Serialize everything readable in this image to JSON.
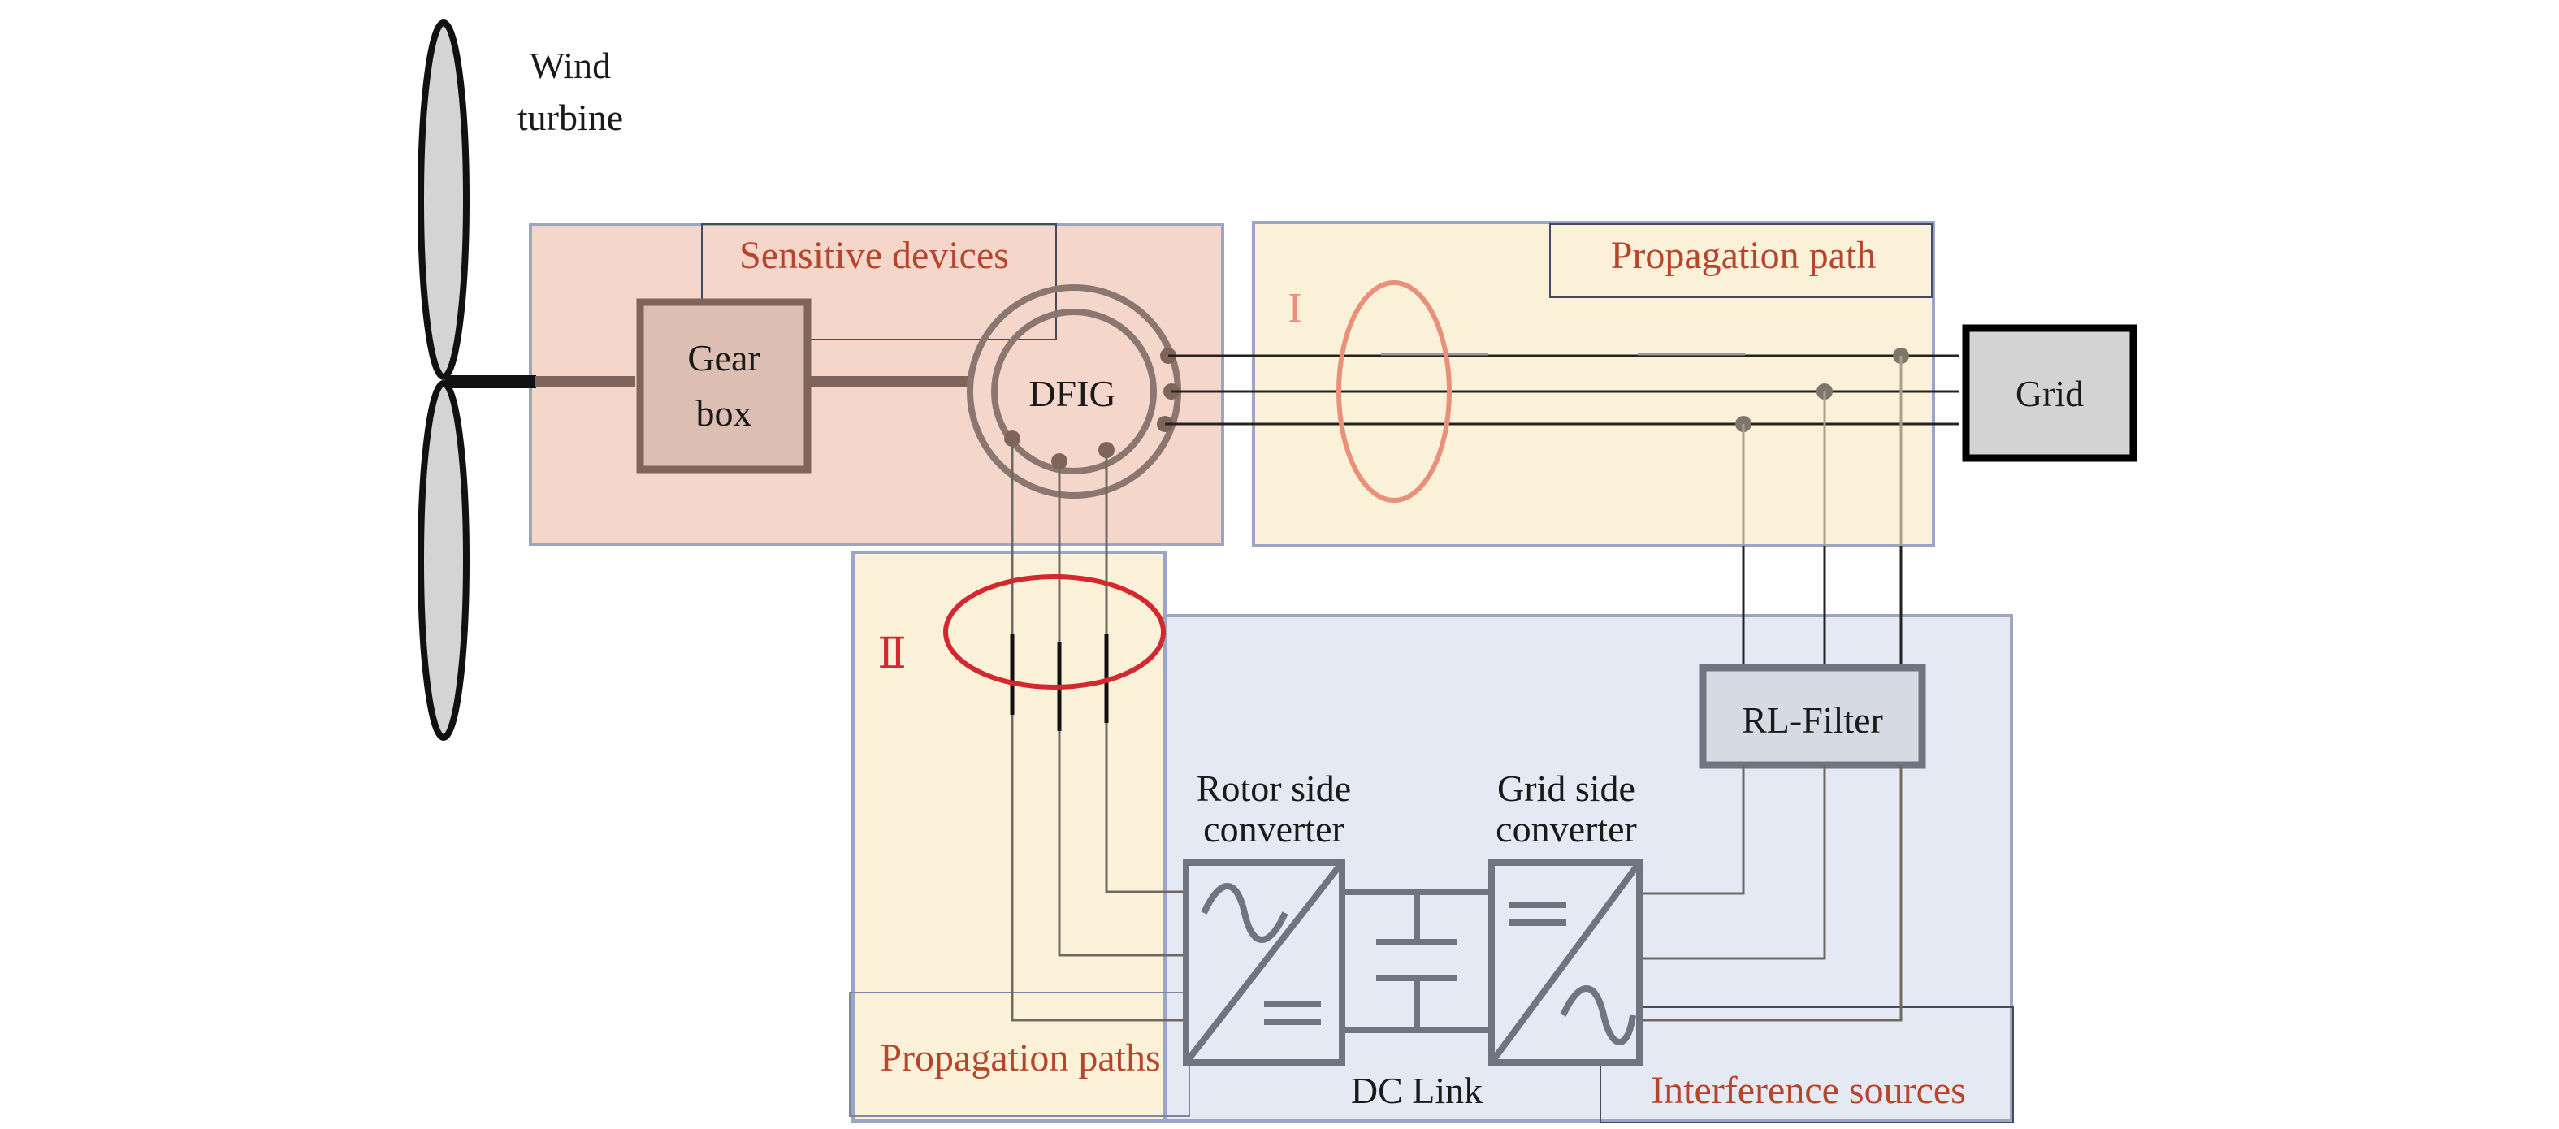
{
  "labels": {
    "wind_turbine_line1": "Wind",
    "wind_turbine_line2": "turbine",
    "sensitive_devices": "Sensitive devices",
    "propagation_path": "Propagation path",
    "gear_line1": "Gear",
    "gear_line2": "box",
    "dfig": "DFIG",
    "grid": "Grid",
    "roman_one": "I",
    "roman_two": "Ⅱ",
    "rl_filter": "RL-Filter",
    "rsc_line1": "Rotor side",
    "rsc_line2": "converter",
    "gsc_line1": "Grid side",
    "gsc_line2": "converter",
    "dc_link": "DC Link",
    "propagation_paths": "Propagation paths",
    "interference_sources": "Interference sources"
  },
  "colors": {
    "sensitive_region": "#f5d6cb",
    "propagation_region": "#fbf1d9",
    "interference_region": "#e4e9f4",
    "region_border": "#9aa6c4",
    "gear_fill": "#dcbeb2",
    "gear_stroke": "#7f645b",
    "dfig_stroke": "#8c7670",
    "grid_fill": "#d3d3d3",
    "converter_stroke": "#6f7480",
    "rl_filter_fill": "#d6dae3",
    "ellipse_one": "#e8907a",
    "ellipse_two": "#d3282f",
    "label_red": "#b5452b"
  }
}
